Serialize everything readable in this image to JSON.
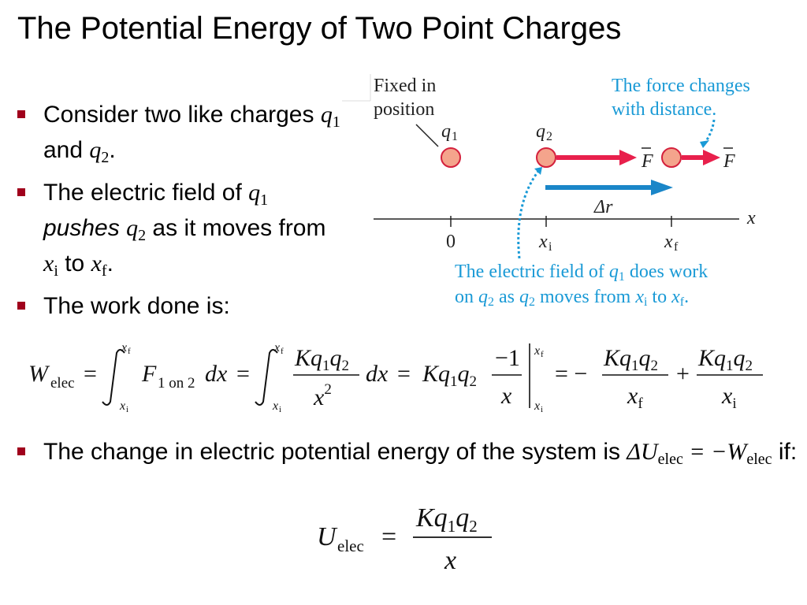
{
  "title": "The Potential Energy of Two Point Charges",
  "bullets": {
    "b1": {
      "t1": "Consider two like charges ",
      "q": "q",
      "s1": "1",
      "and": " and ",
      "s2": "2",
      "end": "."
    },
    "b2": {
      "t1": "The electric field of ",
      "q": "q",
      "s1": "1",
      "pushes": "pushes",
      "s2": "2",
      "t2": " as it moves from ",
      "x": "x",
      "si": "i",
      "to": " to ",
      "sf": "f",
      "end": "."
    },
    "b3": {
      "t1": "The work done is:"
    },
    "b4": {
      "t1": "The change in electric potential energy of the system is ",
      "eq": "ΔU",
      "elec": "elec",
      "eqsign": " = −W",
      "elec2": "elec",
      "t2": " if:"
    }
  },
  "figure": {
    "fixed_label_line1": "Fixed in",
    "fixed_label_line2": "position",
    "force_note_line1": "The force changes",
    "force_note_line2": "with distance.",
    "q1": "q",
    "q1_sub": "1",
    "q2": "q",
    "q2_sub": "2",
    "force_symbol": "F",
    "displacement_symbol": "Δr",
    "axis_label": "x",
    "tick_0": "0",
    "tick_xi": "x",
    "tick_xi_sub": "i",
    "tick_xf": "x",
    "tick_xf_sub": "f",
    "work_note_line1_a": "The electric field of ",
    "work_note_line1_q": "q",
    "work_note_line1_sub": "1",
    "work_note_line1_b": " does work",
    "work_note_line2_a": "on ",
    "work_note_line2_q1": "q",
    "work_note_line2_s1": "2",
    "work_note_line2_b": " as ",
    "work_note_line2_q2": "q",
    "work_note_line2_s2": "2",
    "work_note_line2_c": " moves from ",
    "work_note_line2_x1": "x",
    "work_note_line2_xs1": "i",
    "work_note_line2_to": " to ",
    "work_note_line2_x2": "x",
    "work_note_line2_xs2": "f",
    "work_note_line2_end": ".",
    "colors": {
      "charge_fill": "#f4a48c",
      "charge_stroke": "#d4203c",
      "force_arrow": "#e8204c",
      "displacement_arrow": "#1a86c8",
      "annotation_text": "#1a9ad6"
    }
  },
  "equation_work": {
    "W": "W",
    "elec": "elec",
    "eq1": "=",
    "int_upper": "x",
    "int_upper_sub": "f",
    "int_lower": "x",
    "int_lower_sub": "i",
    "F": "F",
    "F_sub": "1 on 2",
    "dx": "dx",
    "eq2": "=",
    "frac_num": "Kq",
    "frac_num_s1": "1",
    "frac_num_q2": "q",
    "frac_num_s2": "2",
    "frac_den": "x",
    "frac_den_exp": "2",
    "dx2": "dx",
    "eq3": "=",
    "Kq1q2": "Kq",
    "Kq1q2_s1": "1",
    "Kq1q2_q": "q",
    "Kq1q2_s2": "2",
    "neg1": "−1",
    "xden": "x",
    "eval_upper": "x",
    "eval_upper_sub": "f",
    "eval_lower": "x",
    "eval_lower_sub": "i",
    "eq4": "= −",
    "f1_num": "Kq",
    "f1_num_s1": "1",
    "f1_num_q": "q",
    "f1_num_s2": "2",
    "f1_den": "x",
    "f1_den_sub": "f",
    "plus": "+",
    "f2_num": "Kq",
    "f2_num_s1": "1",
    "f2_num_q": "q",
    "f2_num_s2": "2",
    "f2_den": "x",
    "f2_den_sub": "i"
  },
  "equation_potential": {
    "U": "U",
    "elec": "elec",
    "eq": "=",
    "num": "Kq",
    "num_s1": "1",
    "num_q": "q",
    "num_s2": "2",
    "den": "x"
  }
}
